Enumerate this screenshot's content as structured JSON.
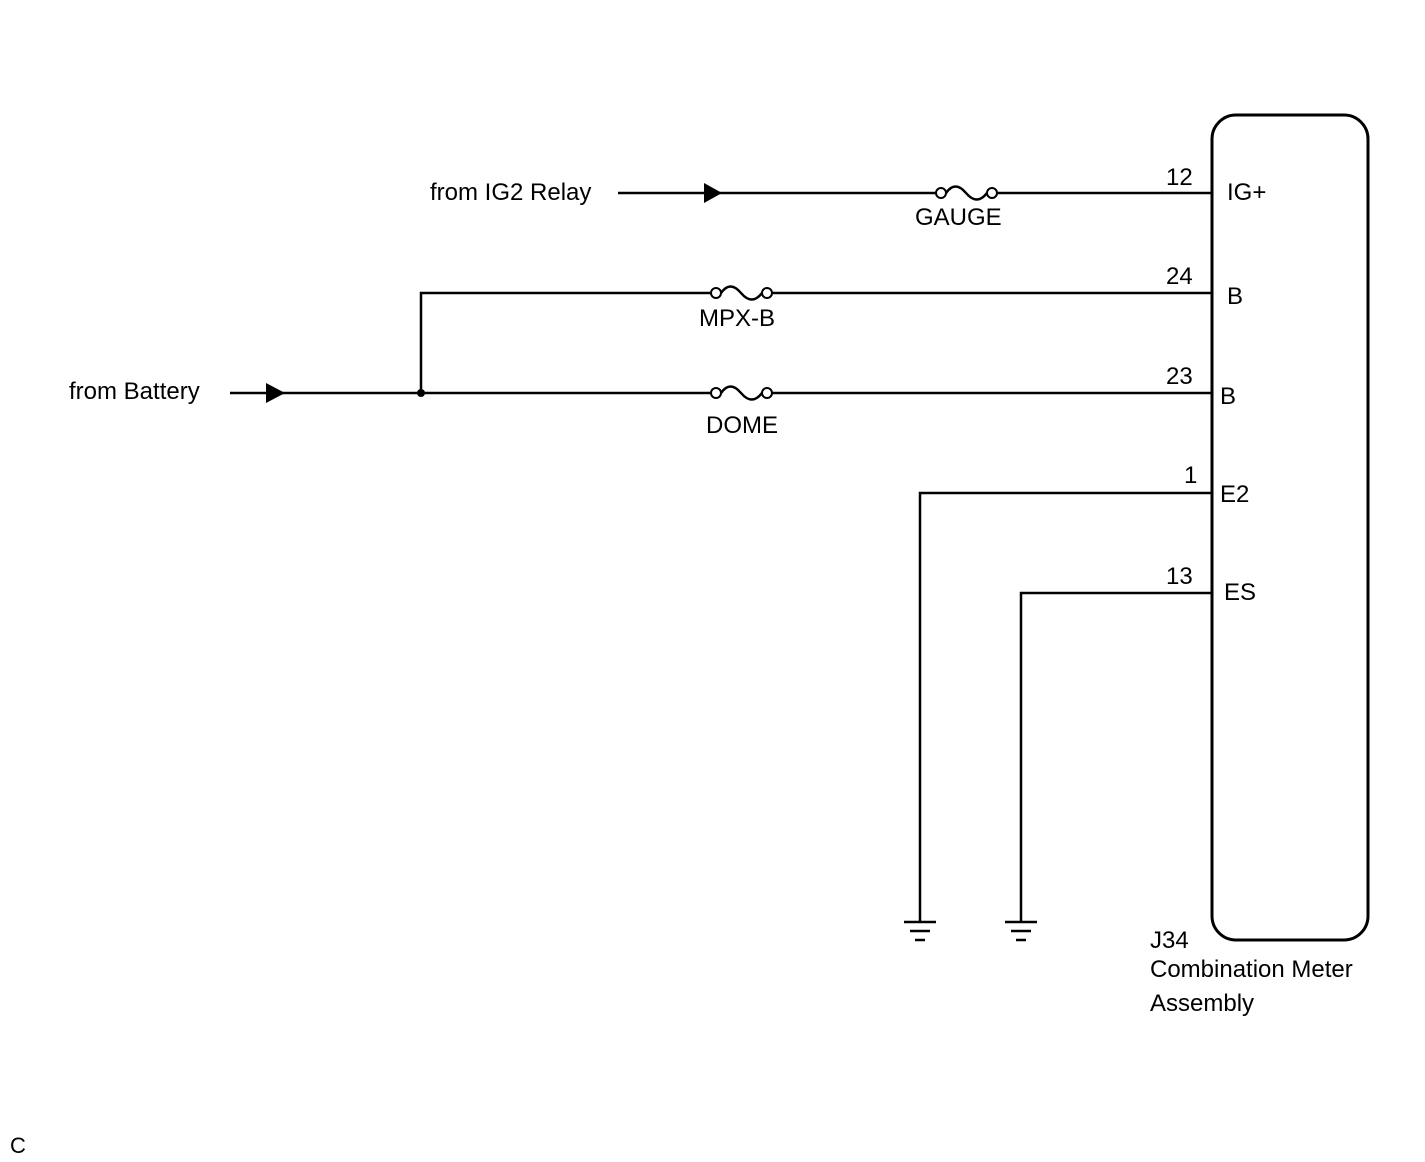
{
  "sources": {
    "ig2": "from IG2 Relay",
    "battery": "from Battery"
  },
  "fuses": {
    "gauge": "GAUGE",
    "mpxb": "MPX-B",
    "dome": "DOME"
  },
  "connector": {
    "id": "J34",
    "name_line1": "Combination Meter",
    "name_line2": "Assembly",
    "pins": [
      {
        "number": "12",
        "name": "IG+"
      },
      {
        "number": "24",
        "name": "B"
      },
      {
        "number": "23",
        "name": "B"
      },
      {
        "number": "1",
        "name": "E2"
      },
      {
        "number": "13",
        "name": "ES"
      }
    ]
  },
  "figure_code": "C"
}
